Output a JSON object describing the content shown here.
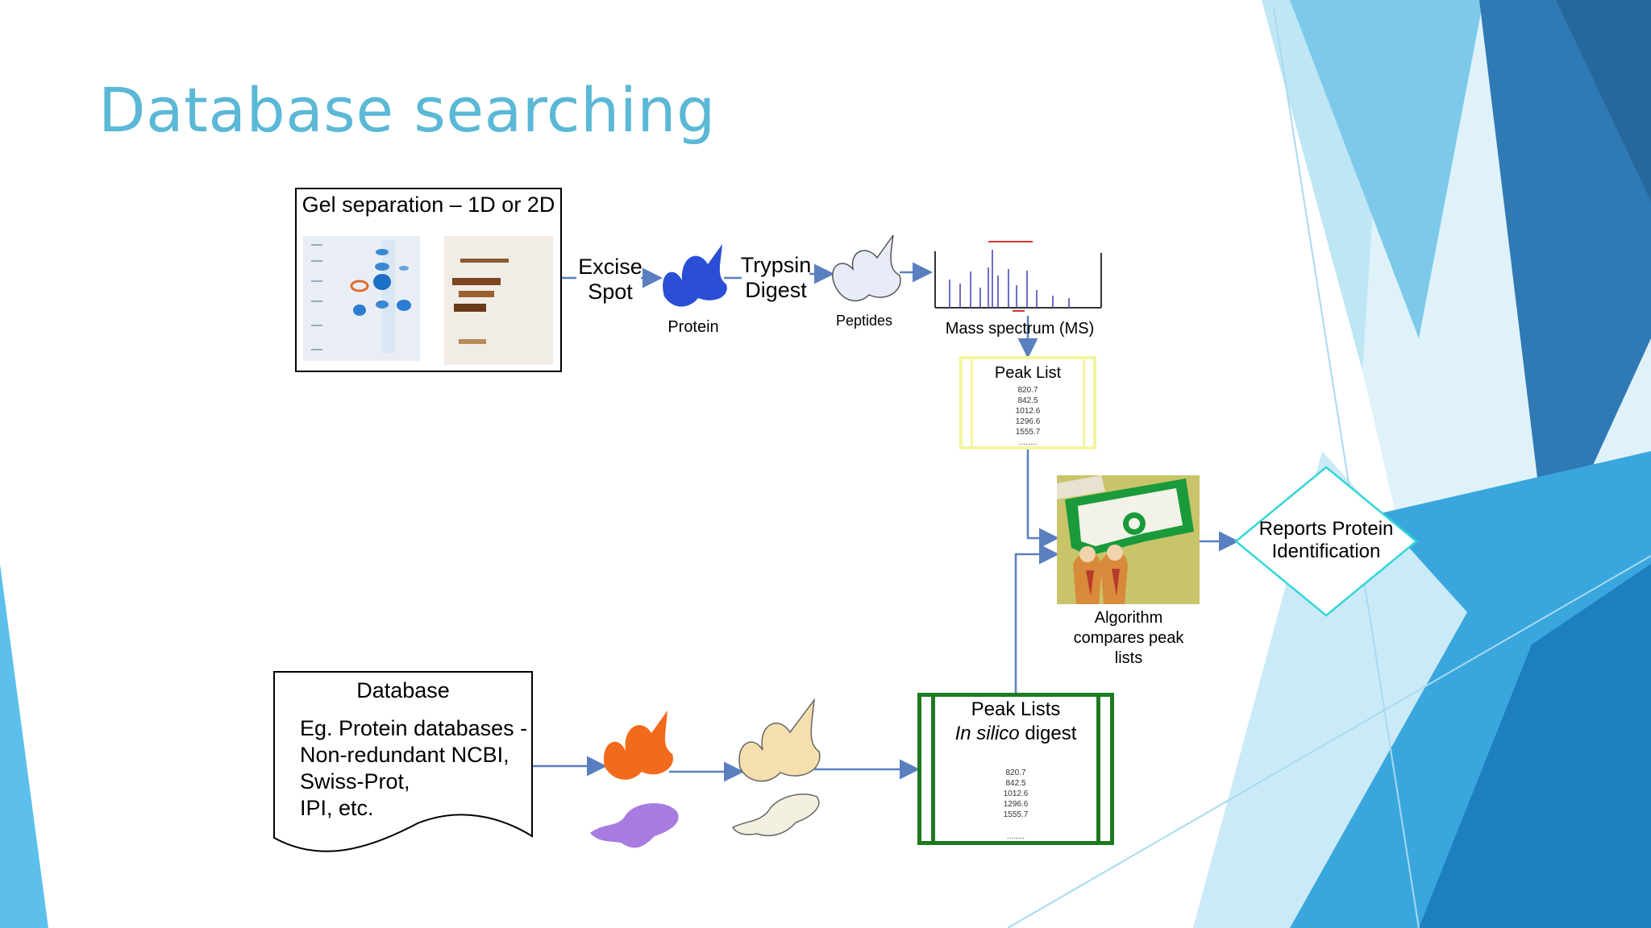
{
  "slide": {
    "title": "Database searching"
  },
  "nodes": {
    "gel_caption": "Gel separation – 1D or 2D",
    "excise_line1": "Excise",
    "excise_line2": "Spot",
    "protein_label": "Protein",
    "trypsin_line1": "Trypsin",
    "trypsin_line2": "Digest",
    "peptides_label": "Peptides",
    "ms_label": "Mass spectrum (MS)",
    "peak_list_title": "Peak List",
    "peak_list_values": [
      "820.7",
      "842.5",
      "1012.6",
      "1296.6",
      "1555.7",
      "........"
    ],
    "algorithm_line1": "Algorithm",
    "algorithm_line2": "compares peak",
    "algorithm_line3": "lists",
    "reports_line1": "Reports Protein",
    "reports_line2": "Identification",
    "database_title": "Database",
    "database_lines": [
      "Eg. Protein databases -",
      "Non-redundant NCBI,",
      "Swiss-Prot,",
      "IPI, etc."
    ],
    "peak_lists_title": "Peak Lists",
    "in_silico_italic": "In silico",
    "in_silico_rest": " digest",
    "peak_lists_values": [
      "820.7",
      "842.5",
      "1012.6",
      "1296.6",
      "1555.7",
      "........"
    ]
  },
  "colors": {
    "title": "#5bb8d6",
    "arrow": "#5a7fc0",
    "protein_blue": "#2a4fd6",
    "protein_orange": "#f26a1b",
    "protein_purple": "#a77be0",
    "peptide_light": "#e8ecf8",
    "peptide_cream": "#f6dfae",
    "peak_list_yellow": "#f4f4a0",
    "peak_lists_green": "#1f7a1f",
    "diamond": "#33d6d6"
  }
}
